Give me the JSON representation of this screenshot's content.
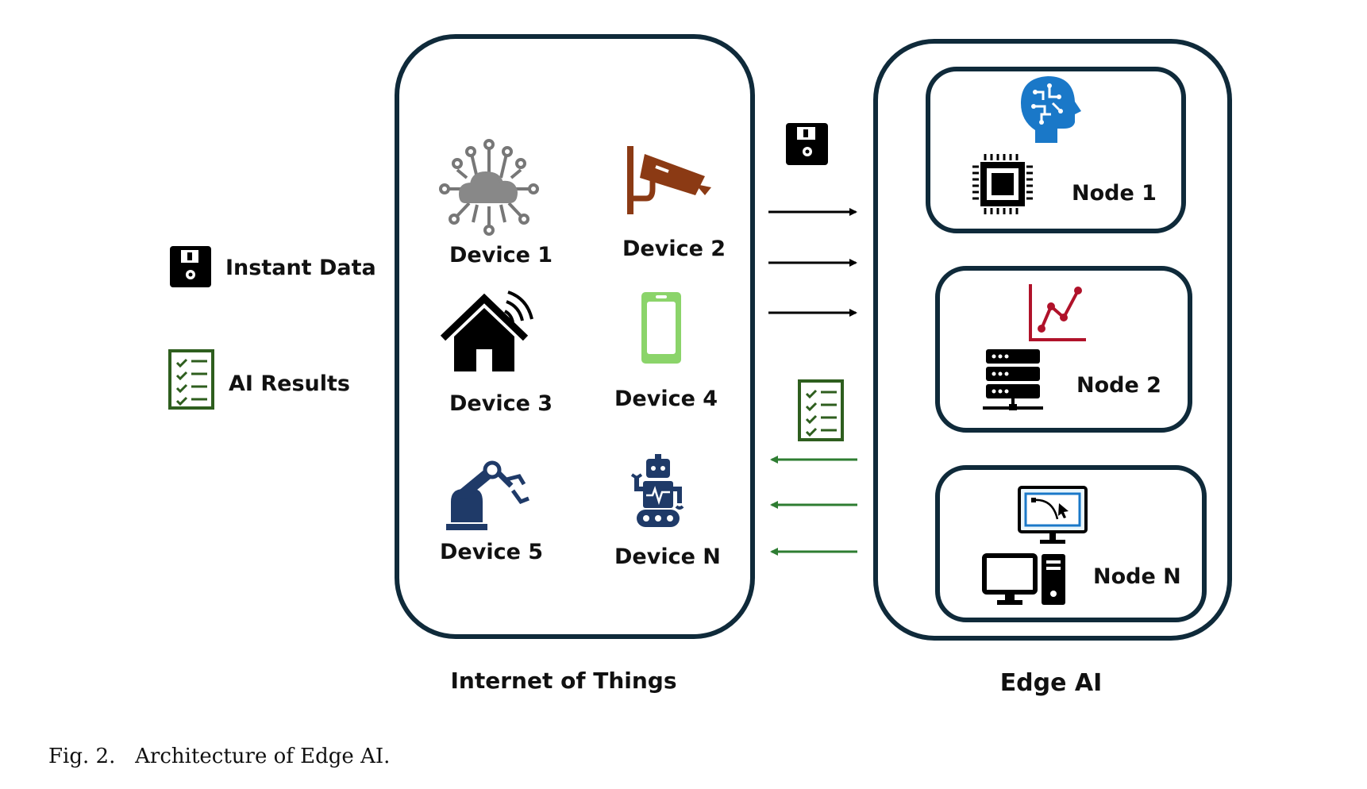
{
  "legend": {
    "instant_data": "Instant Data",
    "ai_results": "AI Results"
  },
  "iot": {
    "title": "Internet of Things",
    "devices": [
      "Device 1",
      "Device 2",
      "Device 3",
      "Device 4",
      "Device 5",
      "Device N"
    ]
  },
  "edge": {
    "title": "Edge AI",
    "nodes": [
      "Node 1",
      "Node 2",
      "Node N"
    ]
  },
  "caption": "Fig. 2.   Architecture of Edge AI.",
  "colors": {
    "frame": "#0f2a3a",
    "data_arrow": "#000000",
    "result_arrow": "#2e7d32",
    "checklist_green": "#2e5e1e",
    "camera_brown": "#8b3a14",
    "phone_green": "#8bd46a",
    "robot_navy": "#1f3a68",
    "brain_blue": "#1a78c8",
    "chart_red": "#b0122a"
  },
  "icons": {
    "legend": [
      "floppy-disk-icon",
      "checklist-icon"
    ],
    "devices": [
      "cloud-network-icon",
      "security-camera-icon",
      "smart-home-icon",
      "smartphone-icon",
      "robot-arm-icon",
      "robot-icon"
    ],
    "nodes": [
      "ai-brain-icon",
      "processor-chip-icon",
      "line-chart-icon",
      "server-icon",
      "design-monitor-icon",
      "desktop-computer-icon"
    ]
  }
}
